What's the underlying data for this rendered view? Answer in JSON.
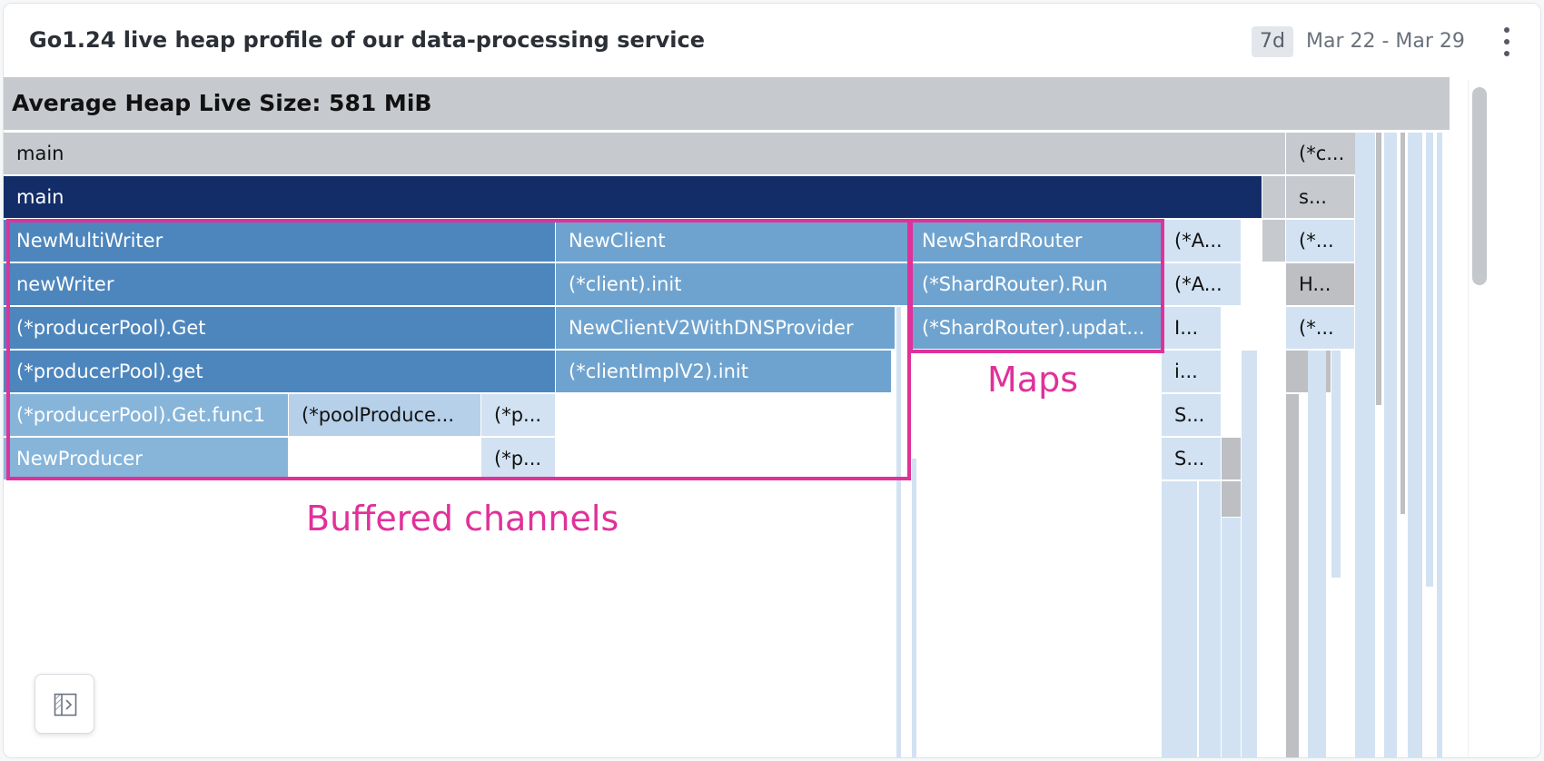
{
  "header": {
    "title": "Go1.24 live heap profile of our data-processing service",
    "range_badge": "7d",
    "date_range": "Mar 22 - Mar 29",
    "menu_icon": "more-vertical-icon"
  },
  "flamegraph": {
    "total_label": "Average Heap Live Size: 581 MiB",
    "rows": [
      [
        {
          "label": "main"
        },
        {
          "label": "(*c..."
        }
      ],
      [
        {
          "label": "main"
        },
        {
          "label": "s..."
        }
      ],
      [
        {
          "label": "NewMultiWriter"
        },
        {
          "label": "NewClient"
        },
        {
          "label": "NewShardRouter"
        },
        {
          "label": "(*A..."
        },
        {
          "label": "(*..."
        }
      ],
      [
        {
          "label": "newWriter"
        },
        {
          "label": "(*client).init"
        },
        {
          "label": "(*ShardRouter).Run"
        },
        {
          "label": "(*A..."
        },
        {
          "label": "H..."
        }
      ],
      [
        {
          "label": "(*producerPool).Get"
        },
        {
          "label": "NewClientV2WithDNSProvider"
        },
        {
          "label": "(*ShardRouter).updat..."
        },
        {
          "label": "I..."
        },
        {
          "label": "(*..."
        }
      ],
      [
        {
          "label": "(*producerPool).get"
        },
        {
          "label": "(*clientImplV2).init"
        },
        {
          "label": "i..."
        }
      ],
      [
        {
          "label": "(*producerPool).Get.func1"
        },
        {
          "label": "(*poolProduce..."
        },
        {
          "label": "(*p..."
        },
        {
          "label": "S..."
        }
      ],
      [
        {
          "label": "NewProducer"
        },
        {
          "label": "(*p..."
        },
        {
          "label": "S..."
        }
      ]
    ]
  },
  "annotations": {
    "buffered_channels": "Buffered  channels",
    "maps": "Maps"
  },
  "colors": {
    "highlight": "#e0319a",
    "root_frame": "#132d68"
  },
  "sidebar_toggle_icon": "expand-panel-icon"
}
